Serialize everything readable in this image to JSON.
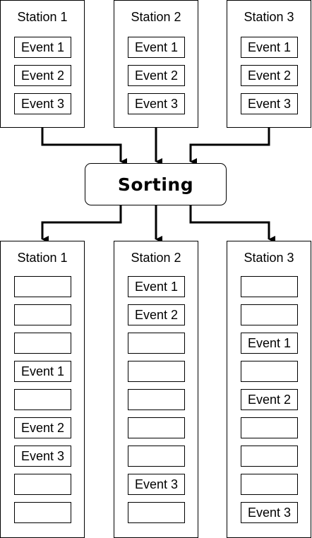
{
  "sorting_label": "Sorting",
  "input_stations": [
    {
      "title": "Station 1",
      "slots": [
        "Event 1",
        "Event 2",
        "Event 3"
      ]
    },
    {
      "title": "Station 2",
      "slots": [
        "Event 1",
        "Event 2",
        "Event 3"
      ]
    },
    {
      "title": "Station 3",
      "slots": [
        "Event 1",
        "Event 2",
        "Event 3"
      ]
    }
  ],
  "output_stations": [
    {
      "title": "Station 1",
      "slots": [
        "",
        "",
        "",
        "Event 1",
        "",
        "Event 2",
        "Event 3",
        "",
        ""
      ]
    },
    {
      "title": "Station 2",
      "slots": [
        "Event 1",
        "Event 2",
        "",
        "",
        "",
        "",
        "",
        "Event 3",
        ""
      ]
    },
    {
      "title": "Station 3",
      "slots": [
        "",
        "",
        "Event 1",
        "",
        "Event 2",
        "",
        "",
        "",
        "Event 3"
      ]
    }
  ]
}
